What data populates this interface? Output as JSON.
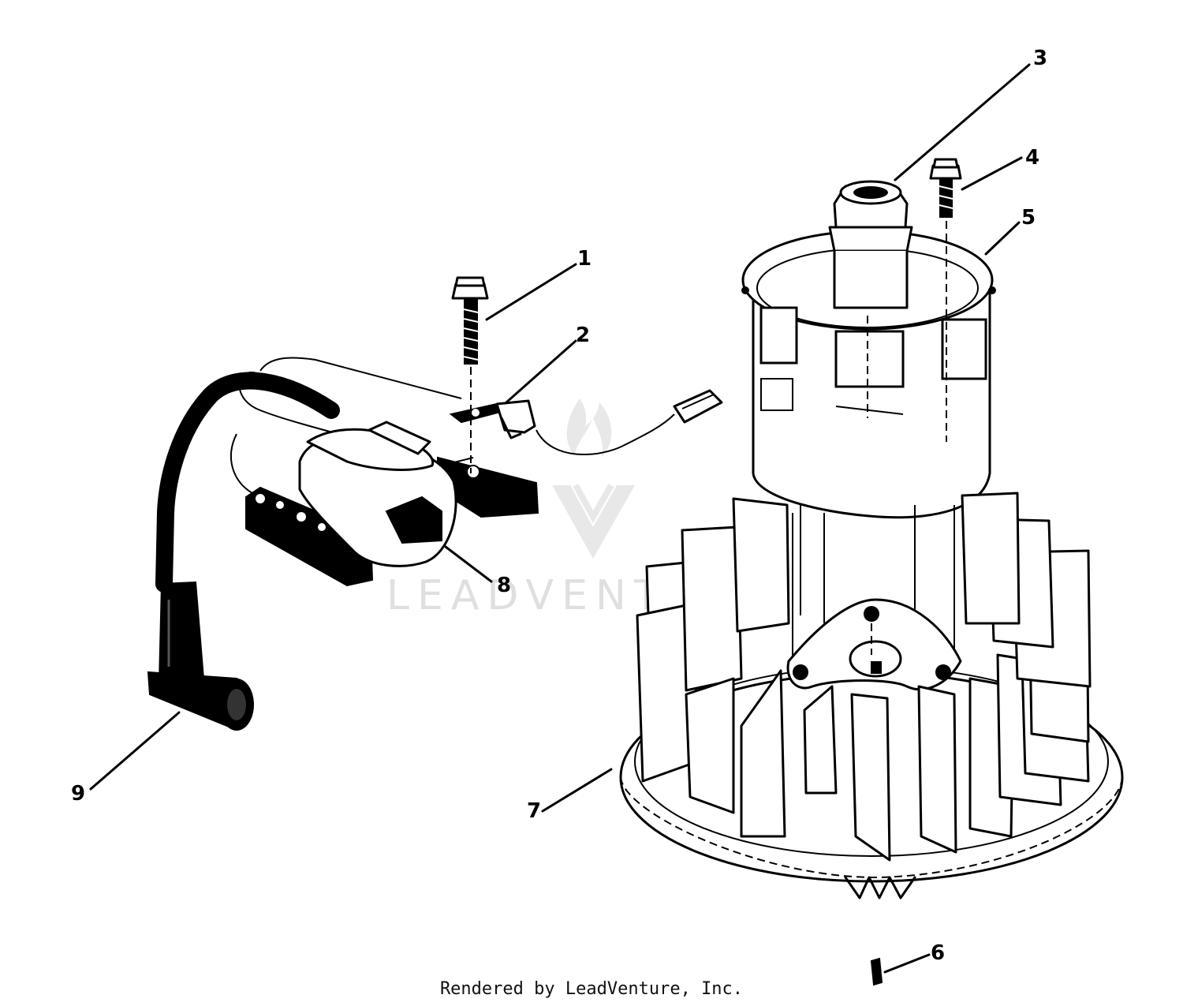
{
  "diagram": {
    "callouts": [
      {
        "id": 1,
        "label": "1"
      },
      {
        "id": 2,
        "label": "2"
      },
      {
        "id": 3,
        "label": "3"
      },
      {
        "id": 4,
        "label": "4"
      },
      {
        "id": 5,
        "label": "5"
      },
      {
        "id": 6,
        "label": "6"
      },
      {
        "id": 7,
        "label": "7"
      },
      {
        "id": 8,
        "label": "8"
      },
      {
        "id": 9,
        "label": "9"
      }
    ],
    "watermark": "LEADVENTURE",
    "footer": "Rendered by LeadVenture, Inc."
  }
}
